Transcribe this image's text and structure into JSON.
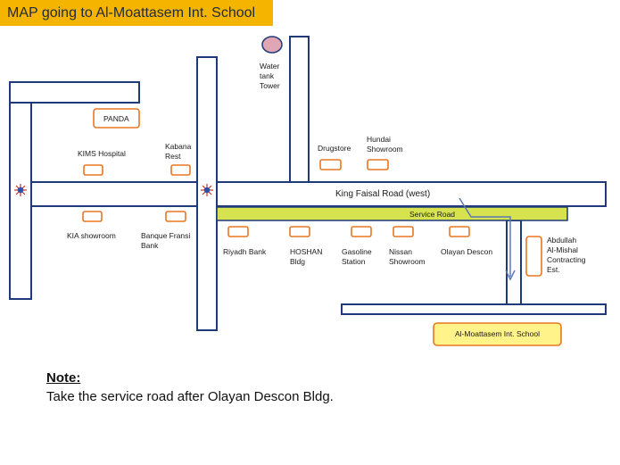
{
  "title": "MAP going to Al-Moattasem Int. School",
  "colors": {
    "title_bg": "#f5b400",
    "road_stroke": "#1f3a7a",
    "landmark_stroke": "#e87722",
    "service_road_fill": "#d6e34f",
    "destination_fill": "#fff38a",
    "water_tank_fill": "#e0a6b4",
    "traffic_light_icon": "#2f4fa8"
  },
  "roads": {
    "king_faisal": "King Faisal Road (west)",
    "service": "Service Road"
  },
  "landmarks": {
    "water_tank": "Water\ntank\nTower",
    "panda": "PANDA",
    "kims": "KIMS Hospital",
    "kabana": "Kabana\nRest",
    "drugstore": "Drugstore",
    "hundai": "Hundai\nShowroom",
    "kia": "KIA showroom",
    "banque": "Banque Fransi\nBank",
    "riyadh": "Riyadh Bank",
    "hoshan": "HOSHAN\nBldg",
    "gasoline": "Gasoline\nStation",
    "nissan": "Nissan\nShowroom",
    "olayan": "Olayan Descon",
    "abdullah": "Abdullah\nAl-Mishal\nContracting\nEst."
  },
  "destination": "Al-Moattasem Int. School",
  "note": {
    "title": "Note:",
    "text": "Take the service road after Olayan Descon Bldg."
  }
}
